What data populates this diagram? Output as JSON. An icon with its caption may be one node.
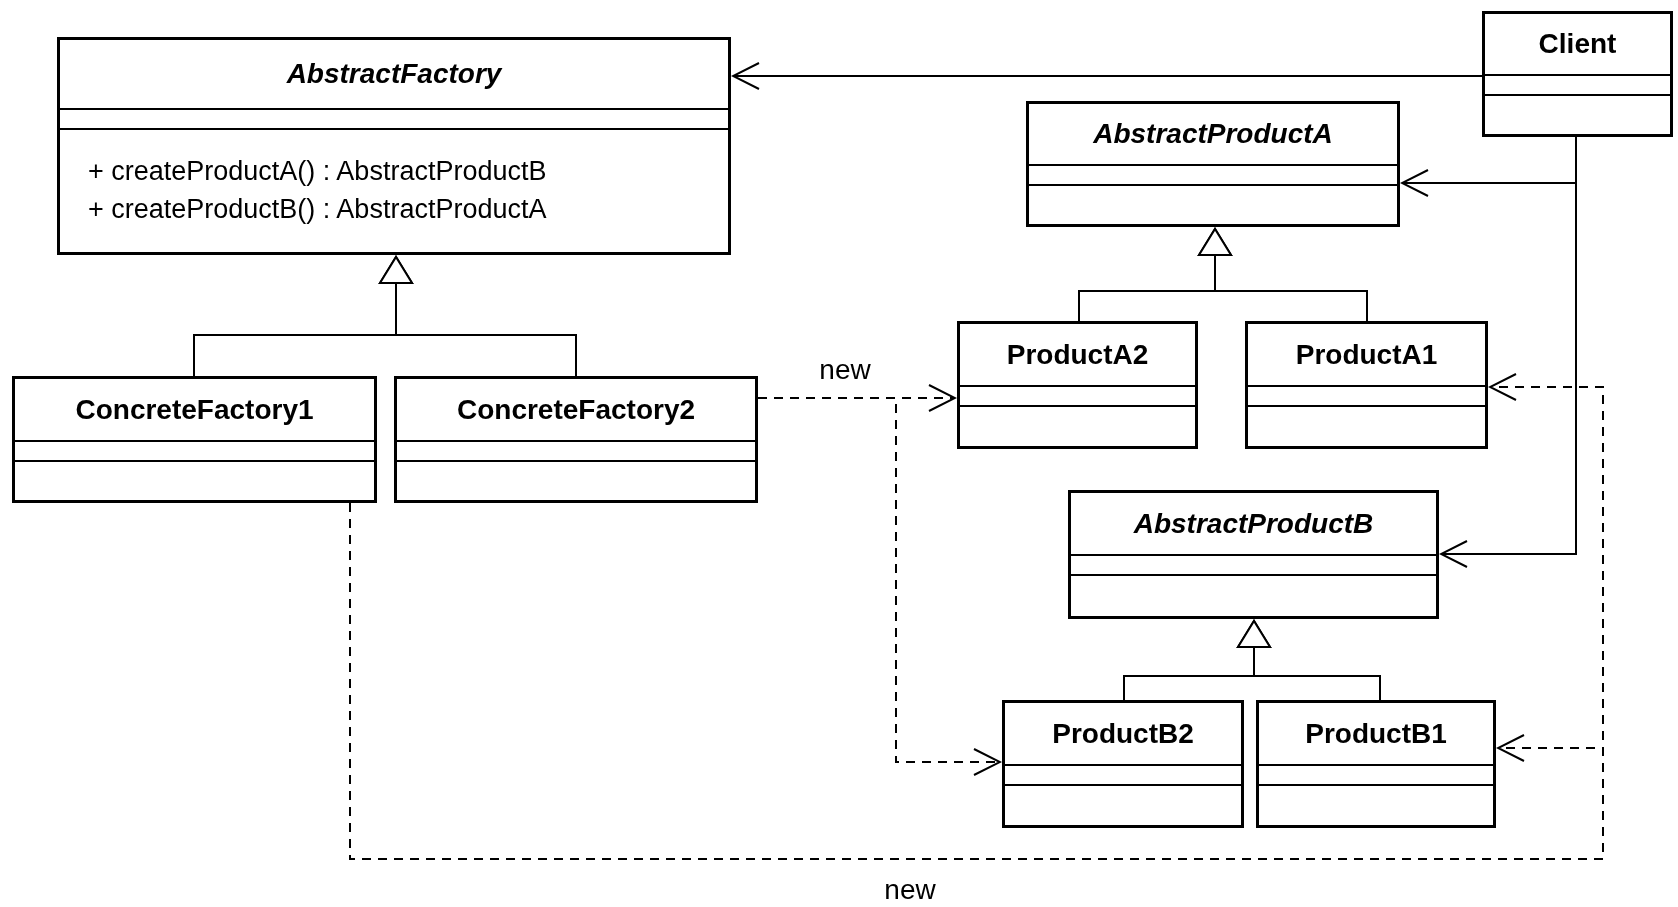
{
  "diagram": {
    "nodes": [
      {
        "text": [
          "AbstractFactory",
          "+ createProductA() : AbstractProductB",
          "+ createProductB() : AbstractProductA"
        ]
      },
      {
        "text": [
          "Client"
        ]
      },
      {
        "text": [
          "AbstractProductA"
        ]
      },
      {
        "text": [
          "ConcreteFactory1"
        ]
      },
      {
        "text": [
          "ConcreteFactory2"
        ]
      },
      {
        "text": [
          "ProductA2"
        ]
      },
      {
        "text": [
          "ProductA1"
        ]
      },
      {
        "text": [
          "AbstractProductB"
        ]
      },
      {
        "text": [
          "ProductB2"
        ]
      },
      {
        "text": [
          "ProductB1"
        ]
      }
    ],
    "edges": [
      {
        "from": 1,
        "to": 0,
        "arrow": "to"
      },
      {
        "from": 1,
        "to": 2,
        "arrow": "to"
      },
      {
        "from": 1,
        "to": 7,
        "arrow": "to"
      },
      {
        "from": 3,
        "to": 0,
        "arrow": "to"
      },
      {
        "from": 4,
        "to": 0,
        "arrow": "to"
      },
      {
        "from": 5,
        "to": 2,
        "arrow": "to"
      },
      {
        "from": 6,
        "to": 2,
        "arrow": "to"
      },
      {
        "from": 8,
        "to": 7,
        "arrow": "to"
      },
      {
        "from": 9,
        "to": 7,
        "arrow": "to"
      },
      {
        "from": 4,
        "to": 5,
        "arrow": "to",
        "style": "dashed",
        "label": "new"
      },
      {
        "from": 4,
        "to": 8,
        "arrow": "to",
        "style": "dashed"
      },
      {
        "from": 3,
        "to": 6,
        "arrow": "to",
        "style": "dashed",
        "label": "new"
      },
      {
        "from": 3,
        "to": 9,
        "arrow": "to",
        "style": "dashed"
      }
    ]
  }
}
